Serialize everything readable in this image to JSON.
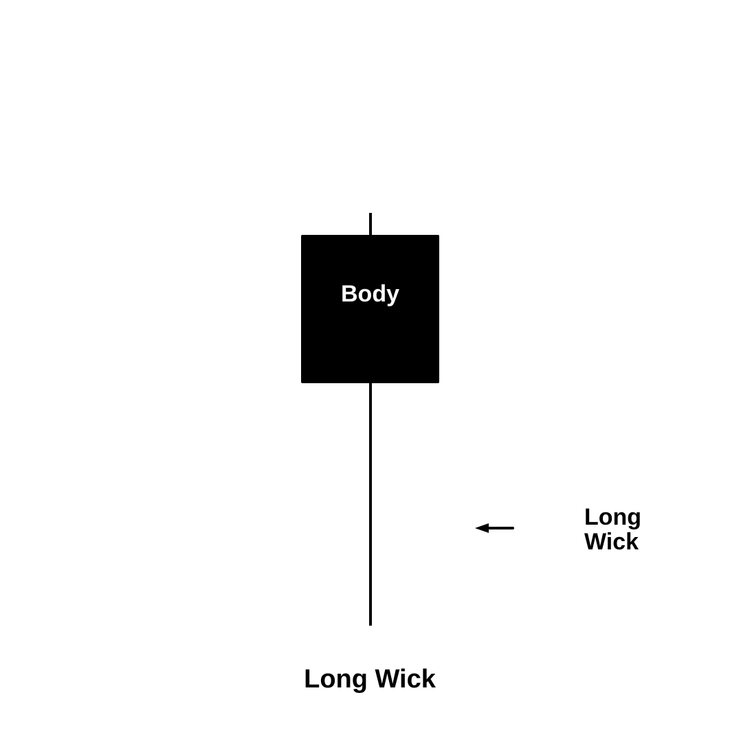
{
  "diagram": {
    "body_label": "Body",
    "side_label_line1": "Long",
    "side_label_line2": "Wick",
    "bottom_label": "Long Wick",
    "colors": {
      "candle": "#000000",
      "body_text": "#ffffff",
      "background": "#ffffff"
    },
    "icons": {
      "arrow": "arrow-left-icon"
    }
  }
}
